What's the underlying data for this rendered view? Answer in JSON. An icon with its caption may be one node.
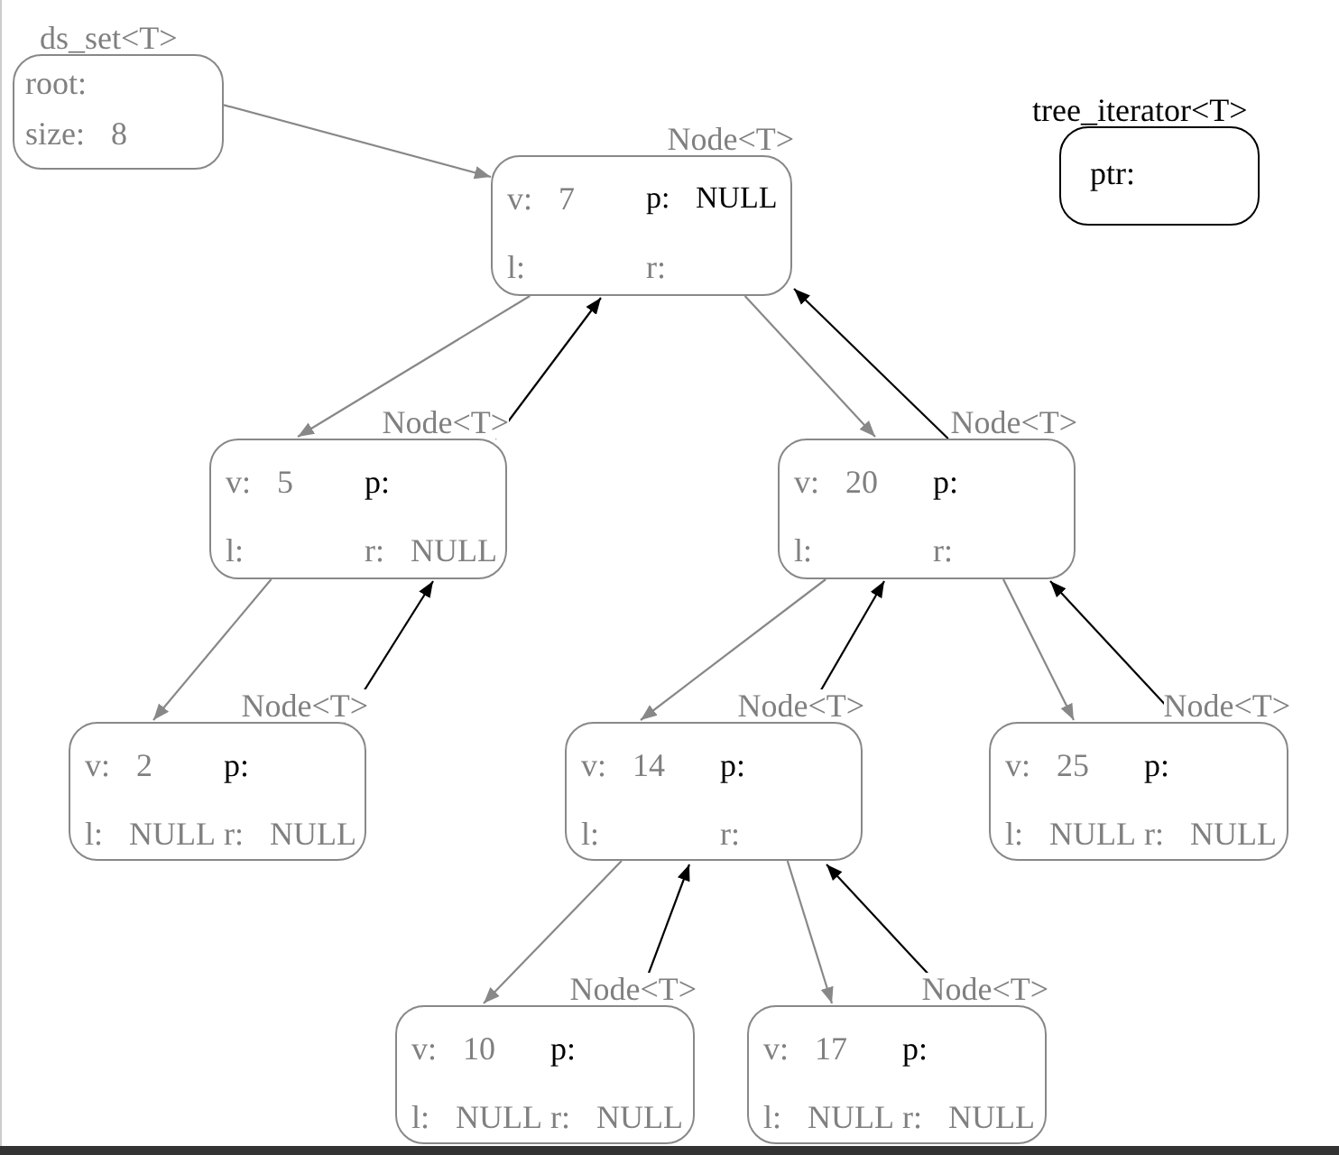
{
  "diagram": {
    "nodes": [
      {
        "text": [
          "ds_set<T>",
          "root:",
          "size: 8"
        ]
      },
      {
        "text": [
          "tree_iterator<T>",
          "ptr:"
        ]
      },
      {
        "text": [
          "Node<T>",
          "v: 7",
          "p: NULL",
          "l:",
          "r:"
        ]
      },
      {
        "text": [
          "Node<T>",
          "v: 5",
          "p:",
          "l:",
          "r: NULL"
        ]
      },
      {
        "text": [
          "Node<T>",
          "v: 20",
          "p:",
          "l:",
          "r:"
        ]
      },
      {
        "text": [
          "Node<T>",
          "v: 2",
          "p:",
          "l: NULL",
          "r: NULL"
        ]
      },
      {
        "text": [
          "Node<T>",
          "v: 14",
          "p:",
          "l:",
          "r:"
        ]
      },
      {
        "text": [
          "Node<T>",
          "v: 25",
          "p:",
          "l: NULL",
          "r: NULL"
        ]
      },
      {
        "text": [
          "Node<T>",
          "v: 10",
          "p:",
          "l: NULL",
          "r: NULL"
        ]
      },
      {
        "text": [
          "Node<T>",
          "v: 17",
          "p:",
          "l: NULL",
          "r: NULL"
        ]
      }
    ],
    "edges": [
      {
        "from": 0,
        "to": 2,
        "arrow": "to"
      },
      {
        "from": 2,
        "to": 3,
        "arrow": "to"
      },
      {
        "from": 3,
        "to": 2,
        "arrow": "to",
        "color": "#000000"
      },
      {
        "from": 2,
        "to": 4,
        "arrow": "to"
      },
      {
        "from": 4,
        "to": 2,
        "arrow": "to",
        "color": "#000000"
      },
      {
        "from": 3,
        "to": 5,
        "arrow": "to"
      },
      {
        "from": 5,
        "to": 3,
        "arrow": "to",
        "color": "#000000"
      },
      {
        "from": 4,
        "to": 6,
        "arrow": "to"
      },
      {
        "from": 6,
        "to": 4,
        "arrow": "to",
        "color": "#000000"
      },
      {
        "from": 4,
        "to": 7,
        "arrow": "to"
      },
      {
        "from": 7,
        "to": 4,
        "arrow": "to",
        "color": "#000000"
      },
      {
        "from": 6,
        "to": 8,
        "arrow": "to"
      },
      {
        "from": 8,
        "to": 6,
        "arrow": "to",
        "color": "#000000"
      },
      {
        "from": 6,
        "to": 9,
        "arrow": "to"
      },
      {
        "from": 9,
        "to": 6,
        "arrow": "to",
        "color": "#000000"
      }
    ]
  }
}
